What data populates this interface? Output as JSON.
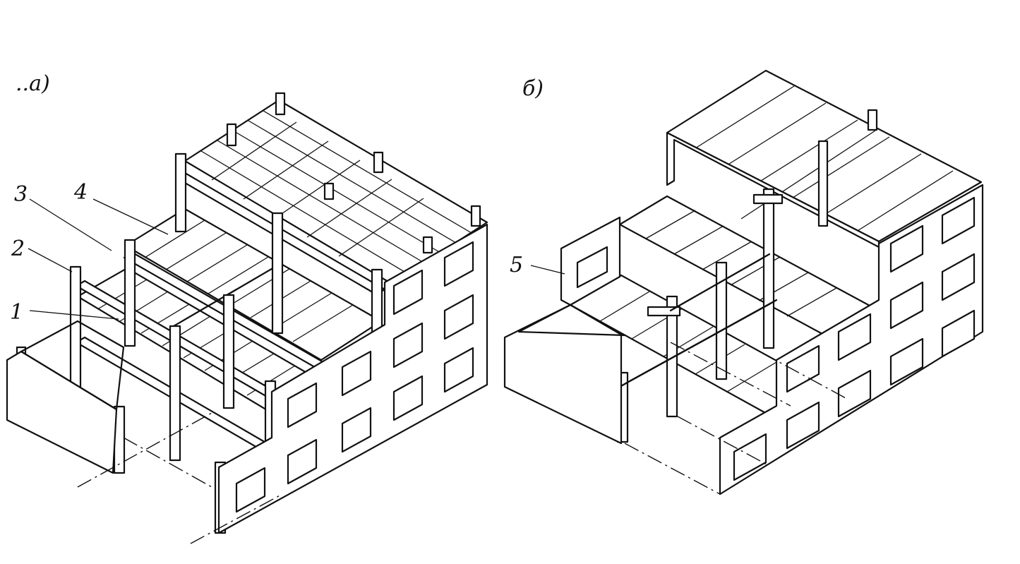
{
  "figure": {
    "labels": {
      "panel_a": "..a)",
      "panel_b": "б)",
      "callout_1": "1",
      "callout_2": "2",
      "callout_3": "3",
      "callout_4": "4",
      "callout_5": "5"
    }
  }
}
